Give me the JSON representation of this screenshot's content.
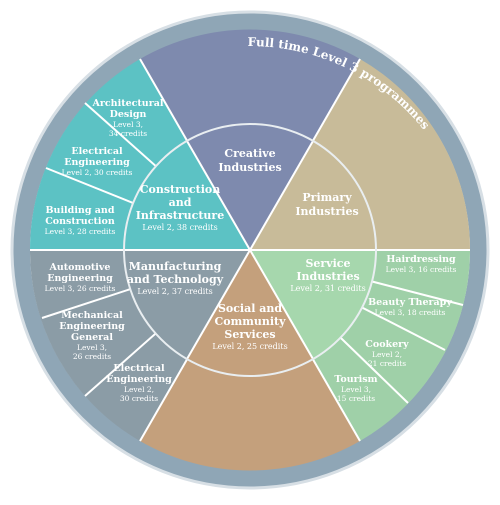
{
  "ring_title": "Full time Level 3 programmes",
  "colors": {
    "outer_ring": "#8fa6b6",
    "creative": "#7e8aae",
    "primary": "#c8bb99",
    "service": "#9fd0a8",
    "social": "#c4a07c",
    "manufacturing": "#8b9ca6",
    "construction": "#5cc2c4"
  },
  "sectors": {
    "creative": {
      "title_1": "Creative",
      "title_2": "Industries"
    },
    "primary": {
      "title_1": "Primary",
      "title_2": "Industries"
    },
    "service": {
      "title_1": "Service",
      "title_2": "Industries",
      "credits": "Level 2, 31 credits"
    },
    "social": {
      "title_1": "Social and",
      "title_2": "Community",
      "title_3": "Services",
      "credits": "Level 2, 25 credits"
    },
    "manufacturing": {
      "title_1": "Manufacturing",
      "title_2": "and Technology",
      "credits": "Level 2, 37 credits"
    },
    "construction": {
      "title_1": "Construction",
      "title_2": "and",
      "title_3": "Infrastructure",
      "credits": "Level 2, 38 credits"
    }
  },
  "outer": {
    "architectural": {
      "name_1": "Architectural",
      "name_2": "Design",
      "credit_1": "Level 3,",
      "credit_2": "34 credits"
    },
    "electrical_eng_top": {
      "name_1": "Electrical",
      "name_2": "Engineering",
      "credit_1": "Level 2, 30 credits"
    },
    "building": {
      "name_1": "Building and",
      "name_2": "Construction",
      "credit_1": "Level 3, 28 credits"
    },
    "automotive": {
      "name_1": "Automotive",
      "name_2": "Engineering",
      "credit_1": "Level 3, 26 credits"
    },
    "mechanical": {
      "name_1": "Mechanical",
      "name_2": "Engineering",
      "name_3": "General",
      "credit_1": "Level 3,",
      "credit_2": "26 credits"
    },
    "electrical_eng_bottom": {
      "name_1": "Electrical",
      "name_2": "Engineering",
      "credit_1": "Level 2,",
      "credit_2": "30 credits"
    },
    "hairdressing": {
      "name_1": "Hairdressing",
      "credit_1": "Level 3, 16 credits"
    },
    "beauty": {
      "name_1": "Beauty Therapy",
      "credit_1": "Level 3, 18 credits"
    },
    "cookery": {
      "name_1": "Cookery",
      "credit_1": "Level 2,",
      "credit_2": "21 credits"
    },
    "tourism": {
      "name_1": "Tourism",
      "credit_1": "Level 3,",
      "credit_2": "15 credits"
    }
  }
}
